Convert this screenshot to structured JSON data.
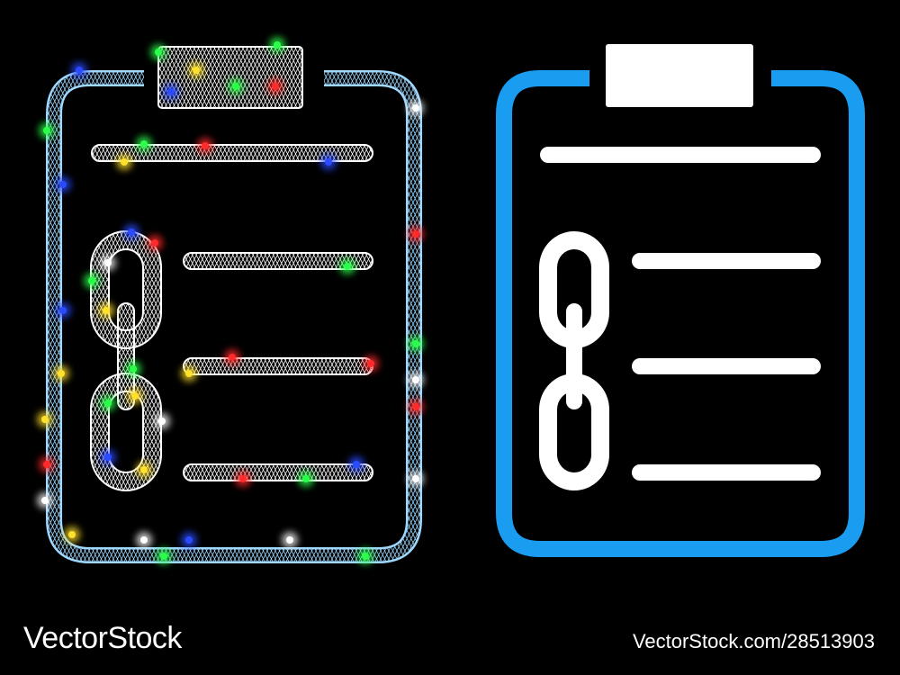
{
  "watermark": {
    "brand": "VectorStock",
    "credit": "VectorStock.com/28513903"
  },
  "icons": [
    {
      "name": "clipboard-link-list-mesh-icon",
      "style": "wireframe mesh with glowing sparks"
    },
    {
      "name": "clipboard-link-list-flat-icon",
      "style": "flat"
    }
  ],
  "colors": {
    "background": "#000000",
    "frame_blue": "#1a9cf0",
    "mesh_frame": "#9fd8ff",
    "foreground": "#ffffff",
    "sparks": [
      "#ff2a2a",
      "#2aff4a",
      "#2a4bff",
      "#ffe02a",
      "#ffffff"
    ]
  }
}
